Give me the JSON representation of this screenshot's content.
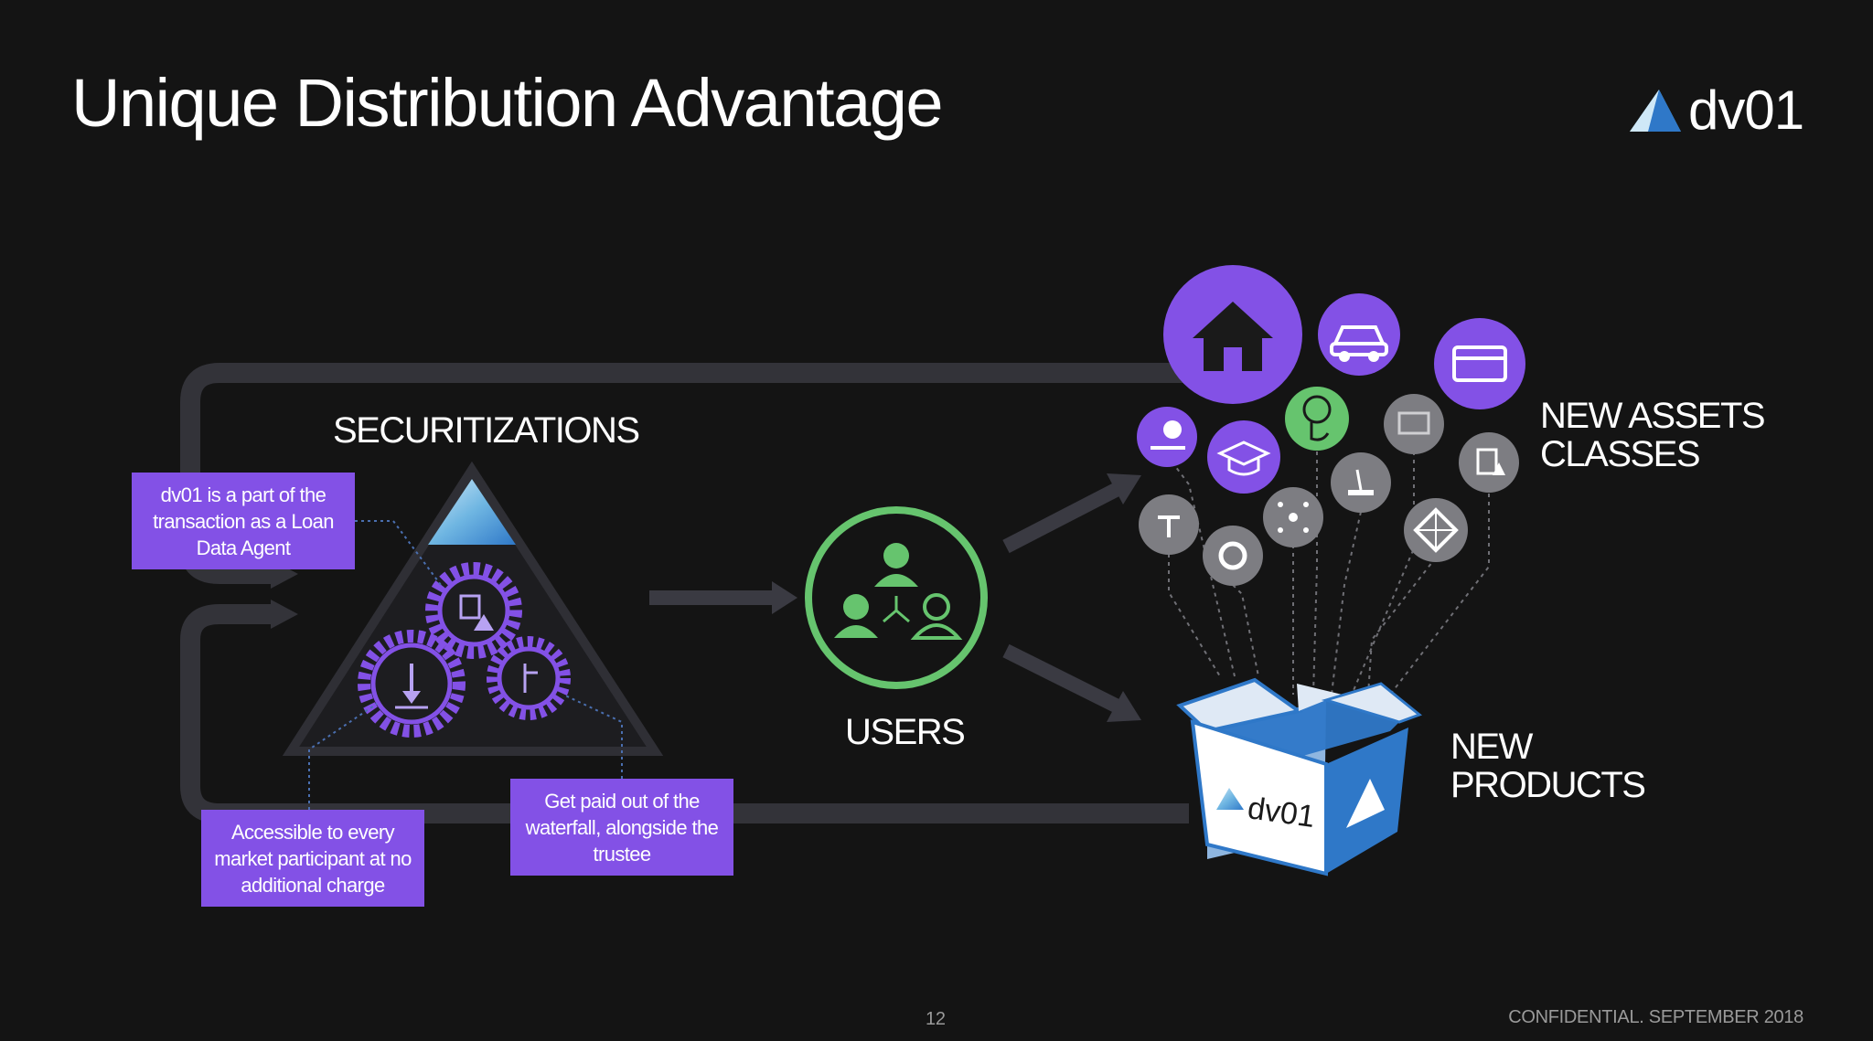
{
  "title": "Unique Distribution Advantage",
  "logo": {
    "text": "dv01",
    "icon": "dv01-triangle-logo-icon"
  },
  "labels": {
    "securitizations": "SECURITIZATIONS",
    "users": "USERS",
    "new_assets_classes": "NEW ASSETS\nCLASSES",
    "new_products": "NEW\nPRODUCTS"
  },
  "callouts": {
    "loan_data_agent": "dv01 is a part of the transaction as a Loan Data Agent",
    "accessible": "Accessible to every market participant at no additional charge",
    "get_paid": "Get paid out of the waterfall, alongside the trustee"
  },
  "box_label": "dv01",
  "asset_icons": [
    "house-icon",
    "car-icon",
    "credit-card-icon",
    "dollar-hand-icon",
    "graduation-cap-icon",
    "dollar-touch-icon",
    "solar-panel-icon",
    "receipt-icon",
    "anchor-icon",
    "network-icon",
    "joystick-icon",
    "diamond-icon",
    "tire-icon"
  ],
  "footer": {
    "page_number": "12",
    "confidential": "CONFIDENTIAL. SEPTEMBER 2018"
  },
  "colors": {
    "background": "#141414",
    "purple": "#8351e6",
    "green": "#66c46e",
    "grey": "#7d7d82",
    "flow_arrow": "#3a3a42",
    "box_blue": "#2f78c8"
  }
}
